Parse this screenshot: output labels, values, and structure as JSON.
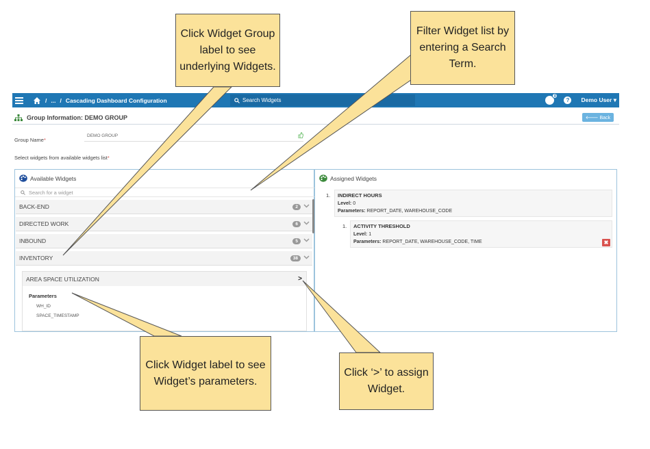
{
  "topbar": {
    "crumb_sep": "/",
    "crumb_ellipsis": "...",
    "crumb_title": "Cascading Dashboard Configuration",
    "search_label": "Search Widgets",
    "notif_count": "0",
    "user": "Demo User"
  },
  "header": {
    "title": "Group Information: DEMO GROUP",
    "back_label": "Back"
  },
  "form": {
    "group_name_label": "Group Name",
    "group_name_value": "DEMO GROUP",
    "select_label": "Select widgets from available widgets list"
  },
  "available": {
    "title": "Available Widgets",
    "search_placeholder": "Search for a widget",
    "groups": [
      {
        "label": "BACK-END",
        "count": "2"
      },
      {
        "label": "DIRECTED WORK",
        "count": "6"
      },
      {
        "label": "INBOUND",
        "count": "5"
      },
      {
        "label": "INVENTORY",
        "count": "38"
      }
    ],
    "widget": {
      "title": "AREA SPACE UTILIZATION",
      "assign_symbol": ">",
      "params_title": "Parameters",
      "params": [
        "WH_ID",
        "SPACE_TIMESTAMP"
      ]
    }
  },
  "assigned": {
    "title": "Assigned Widgets",
    "items": [
      {
        "num": "1.",
        "title": "INDIRECT HOURS",
        "level_label": "Level:",
        "level": "0",
        "params_label": "Parameters:",
        "params": "REPORT_DATE, WAREHOUSE_CODE"
      },
      {
        "num": "1.",
        "title": "ACTIVITY THRESHOLD",
        "level_label": "Level:",
        "level": "1",
        "params_label": "Parameters:",
        "params": "REPORT_DATE, WAREHOUSE_CODE, TIME"
      }
    ]
  },
  "callouts": {
    "group_label": "Click Widget Group label to see underlying Widgets.",
    "filter": "Filter Widget list by entering a Search Term.",
    "widget_label": "Click Widget label to see Widget’s parameters.",
    "assign": "Click ‘>’ to assign Widget."
  },
  "colors": {
    "topbar": "#1f77b4",
    "callout": "#fbe29a",
    "delete": "#d9534f"
  }
}
